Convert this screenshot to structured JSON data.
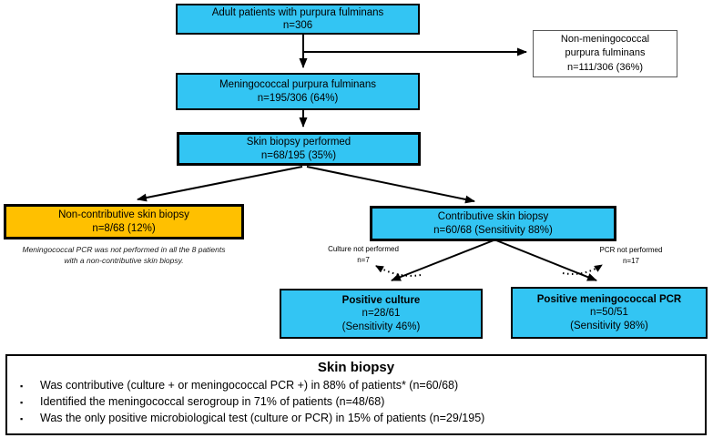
{
  "colors": {
    "node_cyan": "#33C5F3",
    "node_orange": "#FFC000",
    "node_white": "#FFFFFF",
    "line_black": "#000000"
  },
  "nodes": {
    "adult": {
      "line1": "Adult patients with purpura fulminans",
      "line2": "n=306"
    },
    "non_meningococcal": {
      "line1": "Non-meningococcal",
      "line2": "purpura fulminans",
      "line3": "n=111/306 (36%)"
    },
    "meningococcal": {
      "line1": "Meningococcal purpura fulminans",
      "line2": "n=195/306 (64%)"
    },
    "biopsy_performed": {
      "line1": "Skin biopsy performed",
      "line2": "n=68/195 (35%)"
    },
    "non_contributive": {
      "line1": "Non-contributive skin biopsy",
      "line2": "n=8/68 (12%)"
    },
    "non_contributive_note": {
      "line1": "Meningococcal PCR was not performed in all the 8 patients",
      "line2": "with a non-contributive skin biopsy."
    },
    "contributive": {
      "line1": "Contributive skin biopsy",
      "line2": "n=60/68 (Sensitivity 88%)"
    },
    "culture_not_performed": {
      "line1": "Culture not performed",
      "line2": "n=7"
    },
    "pcr_not_performed": {
      "line1": "PCR not performed",
      "line2": "n=17"
    },
    "positive_culture": {
      "line1": "Positive culture",
      "line2": "n=28/61",
      "line3": "(Sensitivity 46%)"
    },
    "positive_pcr": {
      "line1": "Positive meningococcal PCR",
      "line2": "n=50/51",
      "line3": "(Sensitivity 98%)"
    }
  },
  "summary": {
    "title": "Skin biopsy",
    "bullet_char": "▪",
    "bullets": [
      "Was contributive (culture + or meningococcal PCR +) in 88% of patients* (n=60/68)",
      "Identified the meningococcal serogroup in 71% of patients (n=48/68)",
      "Was the only positive microbiological test (culture or PCR) in 15% of patients (n=29/195)"
    ]
  }
}
